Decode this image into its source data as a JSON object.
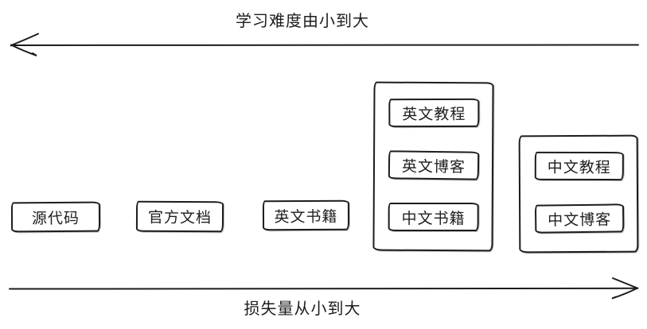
{
  "colors": {
    "stroke": "#1c1c1c",
    "background": "#ffffff",
    "text": "#1f1f1f"
  },
  "axes": {
    "top": {
      "label": "学习难度由小到大",
      "direction": "left"
    },
    "bottom": {
      "label": "损失量从小到大",
      "direction": "right"
    }
  },
  "boxes": {
    "source_code": "源代码",
    "official_docs": "官方文档",
    "english_books": "英文书籍"
  },
  "groups": {
    "middle": {
      "items": [
        "英文教程",
        "英文博客",
        "中文书籍"
      ]
    },
    "right": {
      "items": [
        "中文教程",
        "中文博客"
      ]
    }
  }
}
